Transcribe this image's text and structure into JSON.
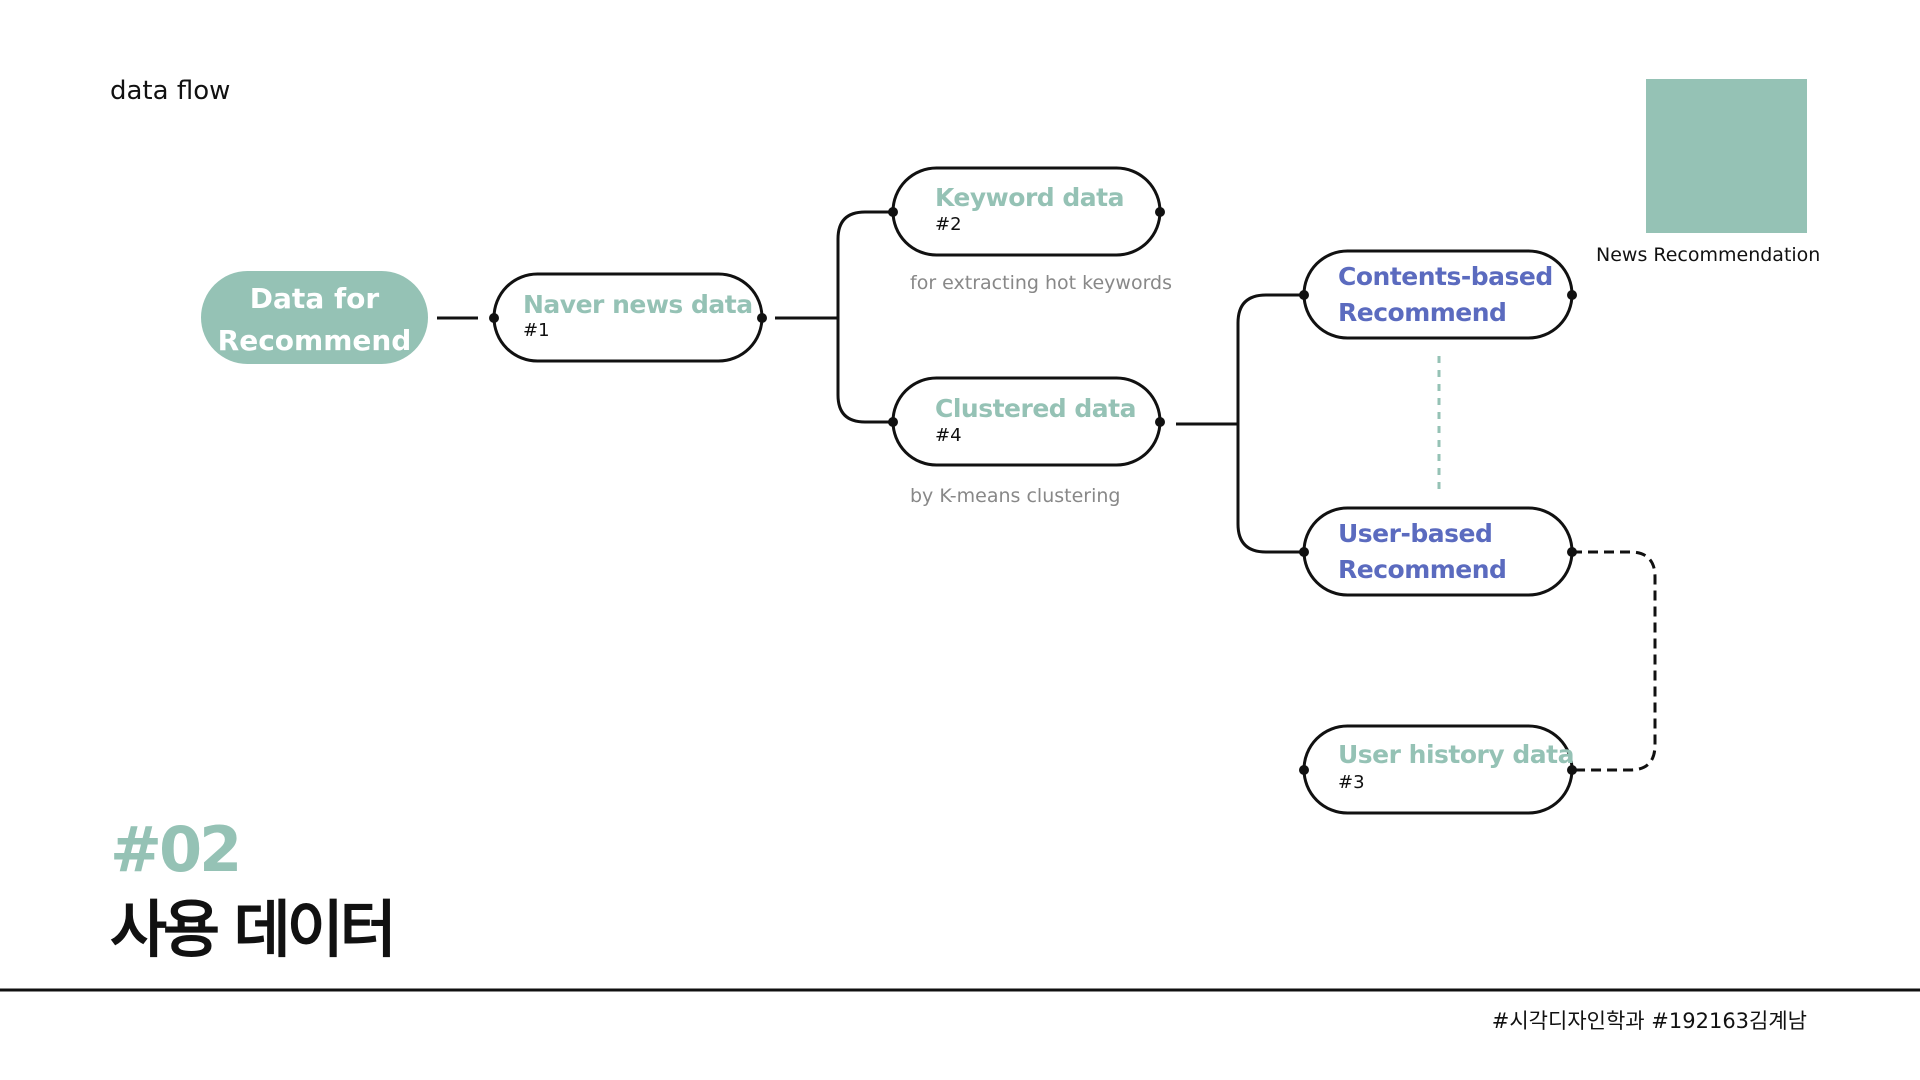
{
  "header": {
    "title": "data flow"
  },
  "legend": {
    "label": "News Recommendation",
    "swatch_color": "#95c2b5"
  },
  "colors": {
    "teal": "#95c2b5",
    "purple": "#5b6bbf",
    "stroke": "#111111",
    "caption": "#888888"
  },
  "nodes": {
    "root": {
      "line1": "Data for",
      "line2": "Recommend"
    },
    "naver": {
      "title": "Naver news data",
      "tag": "#1"
    },
    "keyword": {
      "title": "Keyword data",
      "tag": "#2",
      "caption": "for extracting hot keywords"
    },
    "clustered": {
      "title": "Clustered data",
      "tag": "#4",
      "caption": "by K-means clustering"
    },
    "contents": {
      "line1": "Contents-based",
      "line2": "Recommend"
    },
    "user": {
      "line1": "User-based",
      "line2": "Recommend"
    },
    "history": {
      "title": "User history data",
      "tag": "#3"
    }
  },
  "section": {
    "number": "#02",
    "title": "사용 데이터"
  },
  "footer": {
    "credit": "#시각디자인학과 #192163김계남"
  }
}
